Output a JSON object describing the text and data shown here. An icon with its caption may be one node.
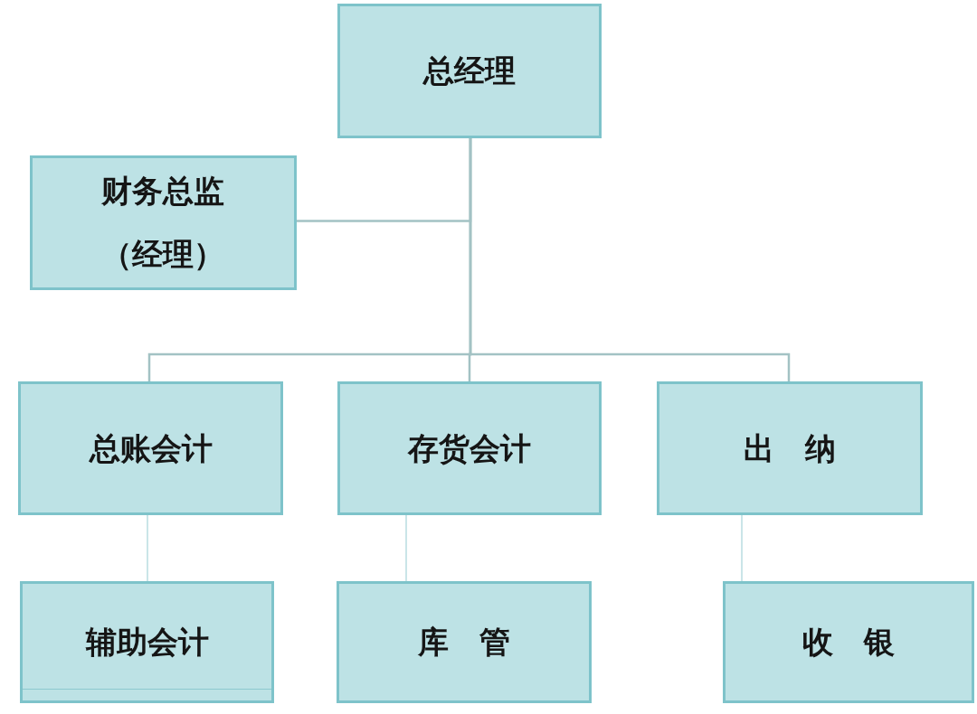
{
  "diagram": {
    "nodes": [
      {
        "text": [
          "总经理"
        ]
      },
      {
        "text": [
          "财务总监（经理）"
        ]
      },
      {
        "text": [
          "总账会计"
        ]
      },
      {
        "text": [
          "存货会计"
        ]
      },
      {
        "text": [
          "出　纳"
        ]
      },
      {
        "text": [
          "辅助会计"
        ]
      },
      {
        "text": [
          "库　管"
        ]
      },
      {
        "text": [
          "收　银"
        ]
      }
    ],
    "edges": [
      {
        "from": 0,
        "to": 1,
        "arrow": "none"
      },
      {
        "from": 0,
        "to": 2,
        "arrow": "none"
      },
      {
        "from": 0,
        "to": 3,
        "arrow": "none"
      },
      {
        "from": 0,
        "to": 4,
        "arrow": "none"
      },
      {
        "from": 2,
        "to": 5,
        "arrow": "none",
        "color": "#b8dde0"
      },
      {
        "from": 3,
        "to": 6,
        "arrow": "none",
        "color": "#b8dde0"
      },
      {
        "from": 4,
        "to": 7,
        "arrow": "none",
        "color": "#b8dde0"
      }
    ]
  }
}
